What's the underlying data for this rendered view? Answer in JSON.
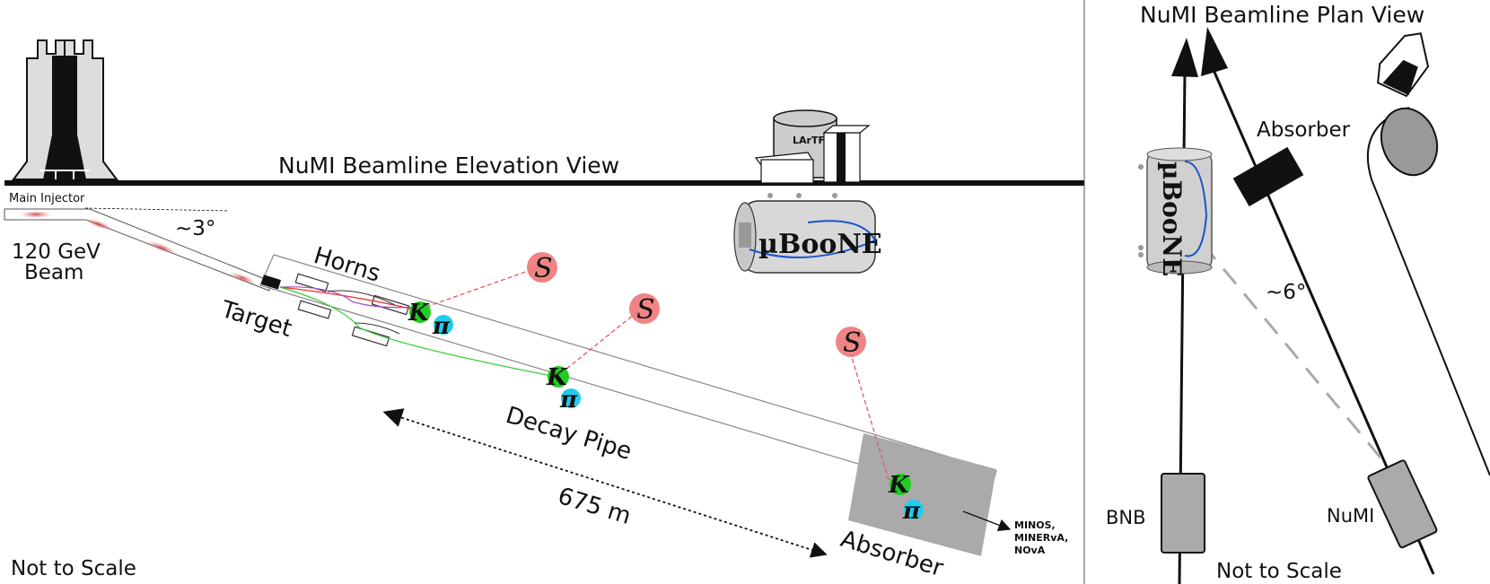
{
  "elevation": {
    "title": "NuMI Beamline Elevation View",
    "main_injector": "Main Injector",
    "angle": "~3°",
    "beam_line1": "120 GeV",
    "beam_line2": "Beam",
    "horns": "Horns",
    "target": "Target",
    "decay_pipe": "Decay Pipe",
    "length": "675 m",
    "absorber": "Absorber",
    "downstream": [
      "MINOS,",
      "MINERvA,",
      "NOvA"
    ],
    "not_to_scale": "Not to Scale",
    "lartf": "LArTF",
    "uboone": "µBooNE",
    "kaon": "K",
    "pion": "π",
    "scalar": "S"
  },
  "plan": {
    "title": "NuMI Beamline Plan View",
    "absorber": "Absorber",
    "angle": "~6°",
    "uboone": "µBooNE",
    "bnb": "BNB",
    "numi": "NuMI",
    "not_to_scale": "Not to Scale"
  },
  "colors": {
    "kaon": "#22cc22",
    "pion": "#22ccee",
    "scalar": "#ee6666",
    "gray_block": "#aaaaaa"
  }
}
